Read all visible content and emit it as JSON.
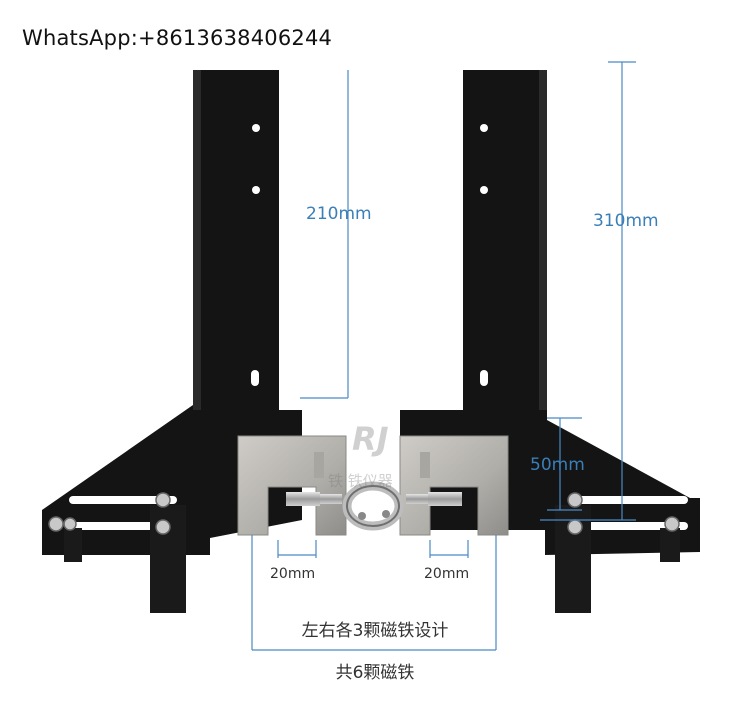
{
  "contact": "WhatsApp:+8613638406244",
  "dims": {
    "left_height": "210mm",
    "total_height": "310mm",
    "base_height": "50mm",
    "left_gap": "20mm",
    "right_gap": "20mm"
  },
  "captions": {
    "line1": "左右各3颗磁铁设计",
    "line2": "共6颗磁铁"
  },
  "watermark": {
    "logo": "RJ",
    "text": "铁  铁仪器"
  },
  "colors": {
    "bracket": "#141414",
    "clamp": "#b8b6b1",
    "dimension_line": "#4a8ac4"
  }
}
